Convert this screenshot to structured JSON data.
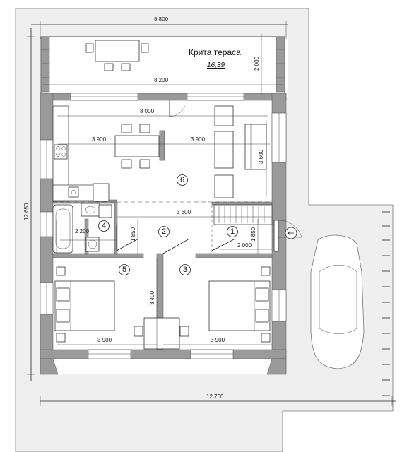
{
  "dimensions": {
    "top_total": "8 800",
    "terrace_width": "8 200",
    "terrace_depth": "2 000",
    "living_total": "8 000",
    "kitchen_width": "3 900",
    "living_width": "3 900",
    "living_depth": "3 600",
    "hall_width": "3 600",
    "bath_width": "2 200",
    "bath_depth": "1 850",
    "entry_depth": "1 850",
    "entry_width": "2 000",
    "bedroom_depth": "3 400",
    "bedroom_left_width": "3 900",
    "bedroom_right_width": "3 900",
    "total_depth": "12 650",
    "bottom_total": "12 700"
  },
  "terrace": {
    "title": "Крита тераса",
    "area": "16,39"
  },
  "rooms": [
    "1",
    "2",
    "3",
    "4",
    "5",
    "6"
  ]
}
